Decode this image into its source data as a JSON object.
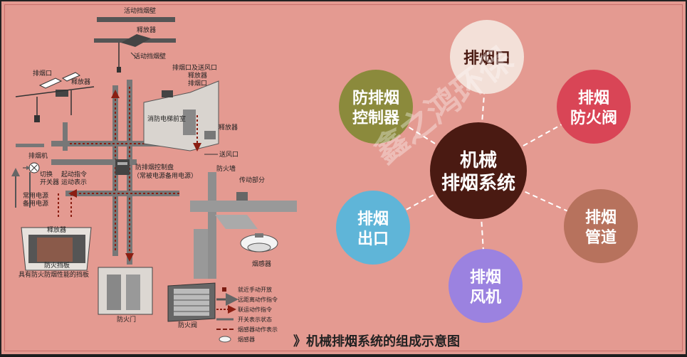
{
  "left_labels": {
    "movable_smoke_screen_top": "活动挡烟壁",
    "release_top": "释放器",
    "movable_smoke_screen_mid": "活动挡烟壁",
    "smoke_outlet": "排烟口",
    "release_left": "释放器",
    "smoke_and_air_outlet": "排烟口及送风口",
    "release_right1": "释放器",
    "smoke_outlet_right": "排烟口",
    "fire_elevator_lobby": "消防电梯前室",
    "release_right2": "释放器",
    "air_inlet": "送风口",
    "exhaust_fan": "排烟机",
    "switch": "切换",
    "switch_device": "开关器",
    "start_command": "起动指令",
    "operation_display": "运动表示",
    "control_panel_l1": "防排烟控制盘",
    "control_panel_l2": "（常被电源备用电源）",
    "fire_wall": "防火墙",
    "transmission": "传动部分",
    "normal_power": "常用电源",
    "backup_power": "备用电源",
    "release_door": "释放器",
    "fire_screen": "防火挡板",
    "fire_screen_desc": "具有防火防烟性能的挡板",
    "fire_door": "防火门",
    "fire_damper": "防火阀",
    "smoke_detector": "烟感器"
  },
  "legend": [
    {
      "label": "就近手动开放",
      "symbol": "square"
    },
    {
      "label": "远距离动作指令",
      "symbol": "arrow-hollow"
    },
    {
      "label": "联运动作指令",
      "symbol": "arrow-dotted"
    },
    {
      "label": "开关表示状态",
      "symbol": "solid-line"
    },
    {
      "label": "烟感器动作表示",
      "symbol": "dashed-line"
    },
    {
      "label": "烟感器",
      "symbol": "detector"
    }
  ],
  "mindmap": {
    "center": {
      "line1": "机械",
      "line2": "排烟系统",
      "color": "#4a1a12"
    },
    "nodes": [
      {
        "id": "top",
        "line1": "排烟口",
        "line2": "",
        "color": "#f3e0d8",
        "text_dark": true
      },
      {
        "id": "upper-right",
        "line1": "排烟",
        "line2": "防火阀",
        "color": "#d94556",
        "text_dark": false
      },
      {
        "id": "lower-right",
        "line1": "排烟",
        "line2": "管道",
        "color": "#b7725d",
        "text_dark": false
      },
      {
        "id": "bottom",
        "line1": "排烟",
        "line2": "风机",
        "color": "#9b82e0",
        "text_dark": false
      },
      {
        "id": "lower-left",
        "line1": "排烟",
        "line2": "出口",
        "color": "#5fb5d8",
        "text_dark": false
      },
      {
        "id": "upper-left",
        "line1": "防排烟",
        "line2": "控制器",
        "color": "#8b8a3c",
        "text_dark": false
      }
    ]
  },
  "caption": "》机械排烟系统的组成示意图",
  "watermark": "鑫之鸿环保"
}
